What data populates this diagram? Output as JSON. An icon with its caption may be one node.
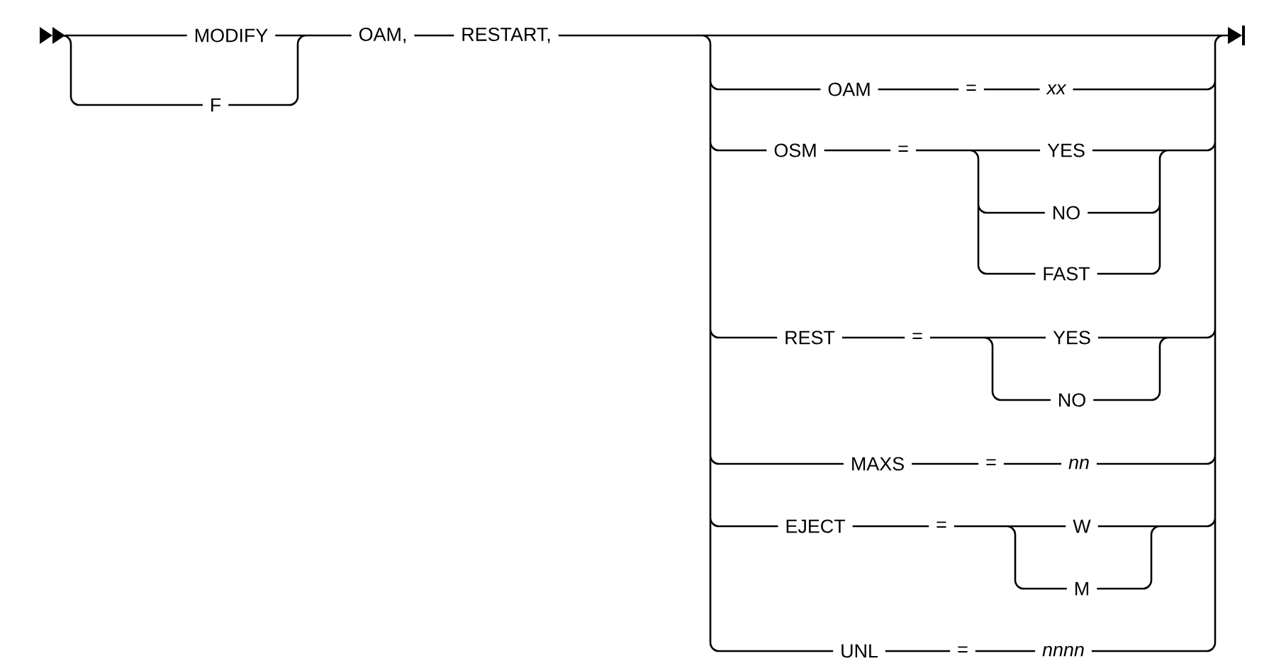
{
  "diagram": {
    "labels": [
      "MODIFY",
      "F",
      "OAM,",
      "RESTART,",
      "OAM",
      "=",
      "xx",
      "OSM",
      "=",
      "YES",
      "NO",
      "FAST",
      "REST",
      "=",
      "YES",
      "NO",
      "MAXS",
      "=",
      "nn",
      "EJECT",
      "=",
      "W",
      "M",
      "UNL",
      "=",
      "nnnn"
    ]
  }
}
